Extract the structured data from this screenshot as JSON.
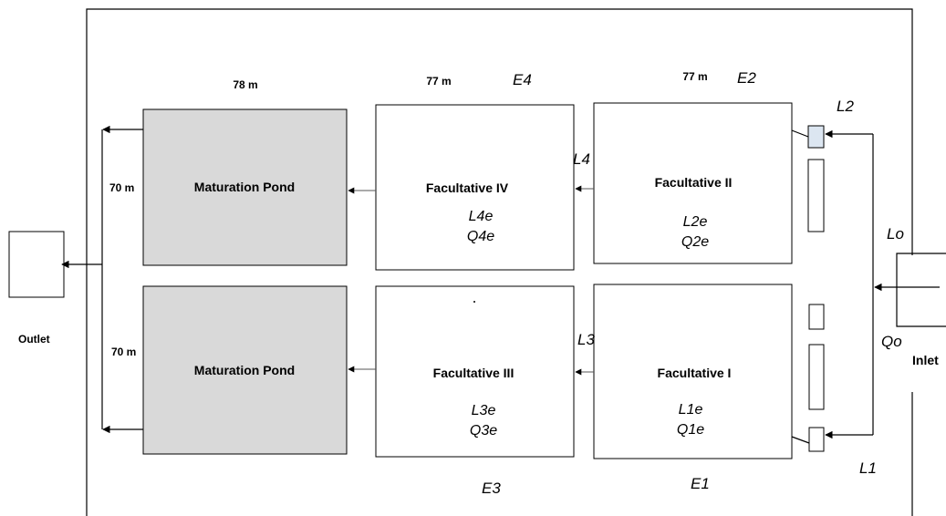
{
  "dimensions": {
    "width_facultative_4": "77 m",
    "width_facultative_2": "77 m",
    "width_maturation": "78 m",
    "height_top": "70 m",
    "height_bottom": "70 m"
  },
  "ponds": {
    "maturation_top": {
      "label": "Maturation Pond"
    },
    "maturation_bottom": {
      "label": "Maturation Pond"
    },
    "facultative_4": {
      "label": "Facultative IV",
      "l": "L4e",
      "q": "Q4e"
    },
    "facultative_2": {
      "label": "Facultative II",
      "l": "L2e",
      "q": "Q2e"
    },
    "facultative_3": {
      "label": "Facultative III",
      "l": "L3e",
      "q": "Q3e"
    },
    "facultative_1": {
      "label": "Facultative I",
      "l": "L1e",
      "q": "Q1e"
    }
  },
  "effluent_labels": {
    "e1": "E1",
    "e2": "E2",
    "e3": "E3",
    "e4": "E4"
  },
  "flow_labels": {
    "l1": "L1",
    "l2": "L2",
    "l3": "L3",
    "l4": "L4",
    "lo": "Lo",
    "qo": "Qo"
  },
  "outlet_label": "Outlet",
  "inlet_label": "Inlet",
  "colors": {
    "maturation_fill": "#d9d9d9",
    "inlet_box_fill": "#dce6f1",
    "line": "#000000"
  }
}
